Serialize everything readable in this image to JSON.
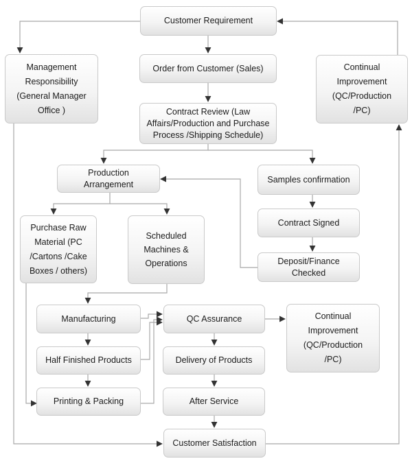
{
  "boxes": {
    "customer_requirement": "Customer Requirement",
    "order_from_customer": "Order from Customer (Sales)",
    "contract_review": "Contract Review (Law Affairs/Production and Purchase Process /Shipping Schedule)",
    "management_responsibility": "Management Responsibility (General Manager Office )",
    "continual_improvement_top": "Continual Improvement (QC/Production /PC)",
    "production_arrangement": "Production Arrangement",
    "samples_confirmation": "Samples confirmation",
    "contract_signed": "Contract Signed",
    "deposit_finance_checked": "Deposit/Finance Checked",
    "purchase_raw_material": "Purchase Raw Material (PC /Cartons /Cake Boxes / others)",
    "scheduled_machines": "Scheduled Machines & Operations",
    "manufacturing": "Manufacturing",
    "half_finished_products": "Half Finished Products",
    "printing_packing": "Printing & Packing",
    "qc_assurance": "QC Assurance",
    "delivery_of_products": "Delivery of Products",
    "after_service": "After Service",
    "customer_satisfaction": "Customer Satisfaction",
    "continual_improvement_right": "Continual Improvement (QC/Production /PC)"
  },
  "colors": {
    "box_border": "#c9c9c9",
    "connector": "#a8a8a8",
    "arrowhead": "#333333",
    "text": "#1a1a1a"
  }
}
